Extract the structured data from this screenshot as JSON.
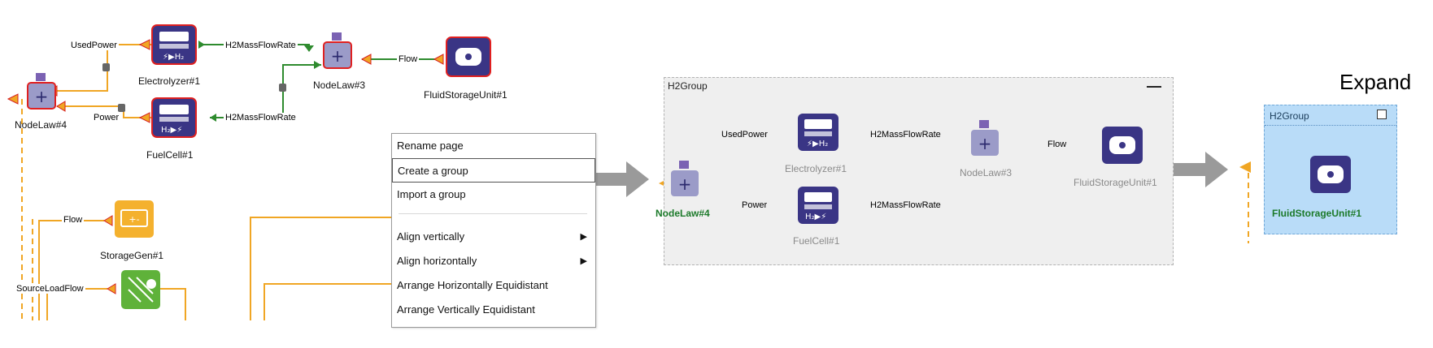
{
  "left_diagram": {
    "nodes": {
      "electrolyzer": "Electrolyzer#1",
      "fuelcell": "FuelCell#1",
      "nodelaw3": "NodeLaw#3",
      "nodelaw4": "NodeLaw#4",
      "fluid_storage": "FluidStorageUnit#1",
      "storage_gen": "StorageGen#1"
    },
    "ports": {
      "used_power": "UsedPower",
      "power": "Power",
      "h2_top": "H2MassFlowRate",
      "h2_bottom": "H2MassFlowRate",
      "flow_top": "Flow",
      "flow_storage": "Flow",
      "source_load_flow": "SourceLoadFlow"
    }
  },
  "context_menu": {
    "items": [
      {
        "label": "Rename page"
      },
      {
        "label": "Create a group",
        "selected": true
      },
      {
        "label": "Import a group"
      },
      {
        "label": "Align vertically",
        "submenu": true
      },
      {
        "label": "Align horizontally",
        "submenu": true
      },
      {
        "label": "Arrange Horizontally Equidistant"
      },
      {
        "label": "Arrange Vertically Equidistant"
      }
    ],
    "submenu_arrow": "▶"
  },
  "group_panel": {
    "title": "H2Group",
    "collapse_icon": "minus-icon",
    "nodes": {
      "electrolyzer": "Electrolyzer#1",
      "fuelcell": "FuelCell#1",
      "nodelaw3": "NodeLaw#3",
      "nodelaw4": "NodeLaw#4",
      "fluid_storage": "FluidStorageUnit#1"
    },
    "ports": {
      "used_power": "UsedPower",
      "power": "Power",
      "h2_top": "H2MassFlowRate",
      "h2_bottom": "H2MassFlowRate",
      "flow": "Flow"
    }
  },
  "collapsed_group": {
    "title": "H2Group",
    "expand_label": "Expand",
    "node": "FluidStorageUnit#1",
    "expand_icon": "square-icon"
  },
  "colors": {
    "power_wire": "#f0a624",
    "fluid_wire": "#2e8b2e",
    "node_fill": "#3a3585",
    "node_border": "#e02020",
    "group_bg": "#efefef",
    "collapsed_bg": "#b9dcf8",
    "arrow_grey": "#9a9a9a",
    "storage_gen_fill": "#f4b12e",
    "source_fill": "#5fb23a"
  }
}
